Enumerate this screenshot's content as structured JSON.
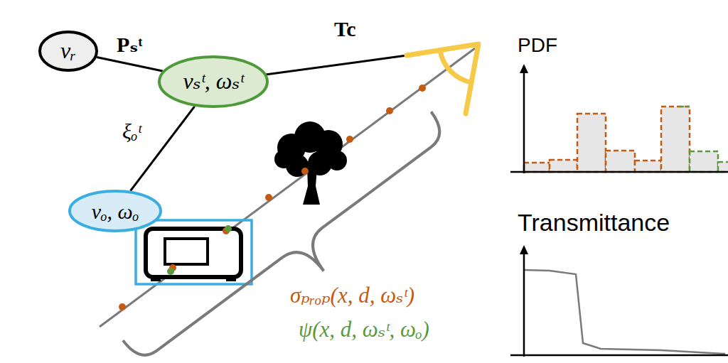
{
  "diagram": {
    "nodes": [
      {
        "text": [
          "vᵣ"
        ]
      },
      {
        "text": [
          "vₛᵗ, ωₛᵗ"
        ]
      },
      {
        "text": [
          "vₒ, ωₒ"
        ]
      }
    ],
    "edges": [
      {
        "from": 0,
        "to": 1,
        "arrow": "none",
        "label": "Pₛᵗ"
      },
      {
        "from": 1,
        "to": 2,
        "arrow": "none",
        "label": "ξₒᵗ"
      }
    ],
    "labels": [
      "Tc",
      "σₚᵣₒₚ(x, d, ωₛᵗ)",
      "ψ(x, d, ωₛᵗ, ωₒ)",
      "PDF",
      "Transmittance"
    ]
  }
}
